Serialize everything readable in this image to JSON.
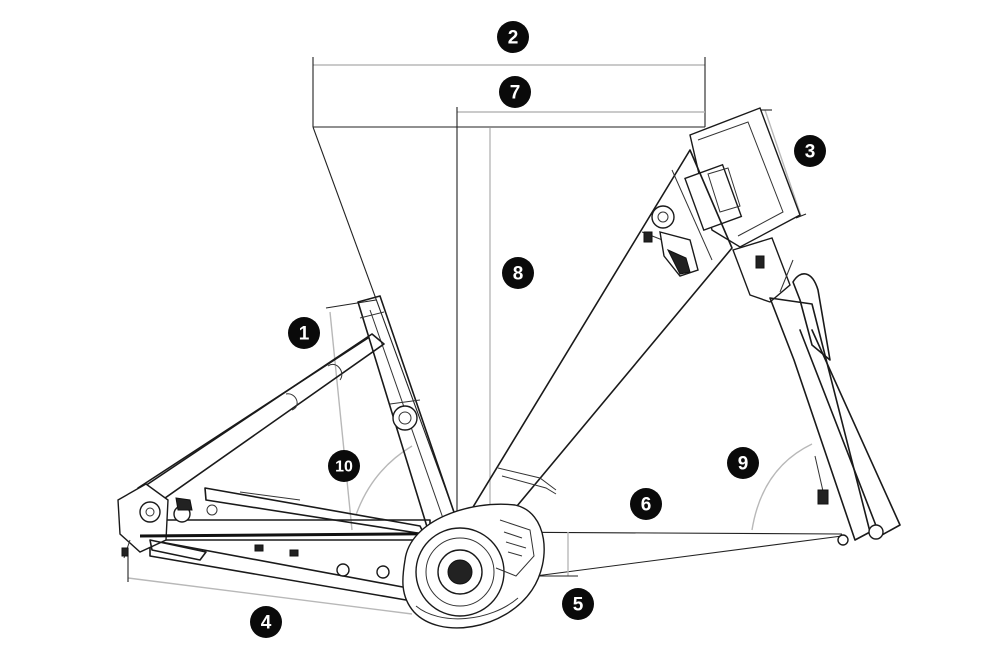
{
  "markers": [
    {
      "id": "m1",
      "label": "1"
    },
    {
      "id": "m2",
      "label": "2"
    },
    {
      "id": "m3",
      "label": "3"
    },
    {
      "id": "m4",
      "label": "4"
    },
    {
      "id": "m5",
      "label": "5"
    },
    {
      "id": "m6",
      "label": "6"
    },
    {
      "id": "m7",
      "label": "7"
    },
    {
      "id": "m8",
      "label": "8"
    },
    {
      "id": "m9",
      "label": "9"
    },
    {
      "id": "m10",
      "label": "10"
    }
  ],
  "colors": {
    "line": "#1a1a1a",
    "dimension": "#b8b8b8",
    "marker": "#0a0a0a",
    "marker_text": "#ffffff"
  }
}
